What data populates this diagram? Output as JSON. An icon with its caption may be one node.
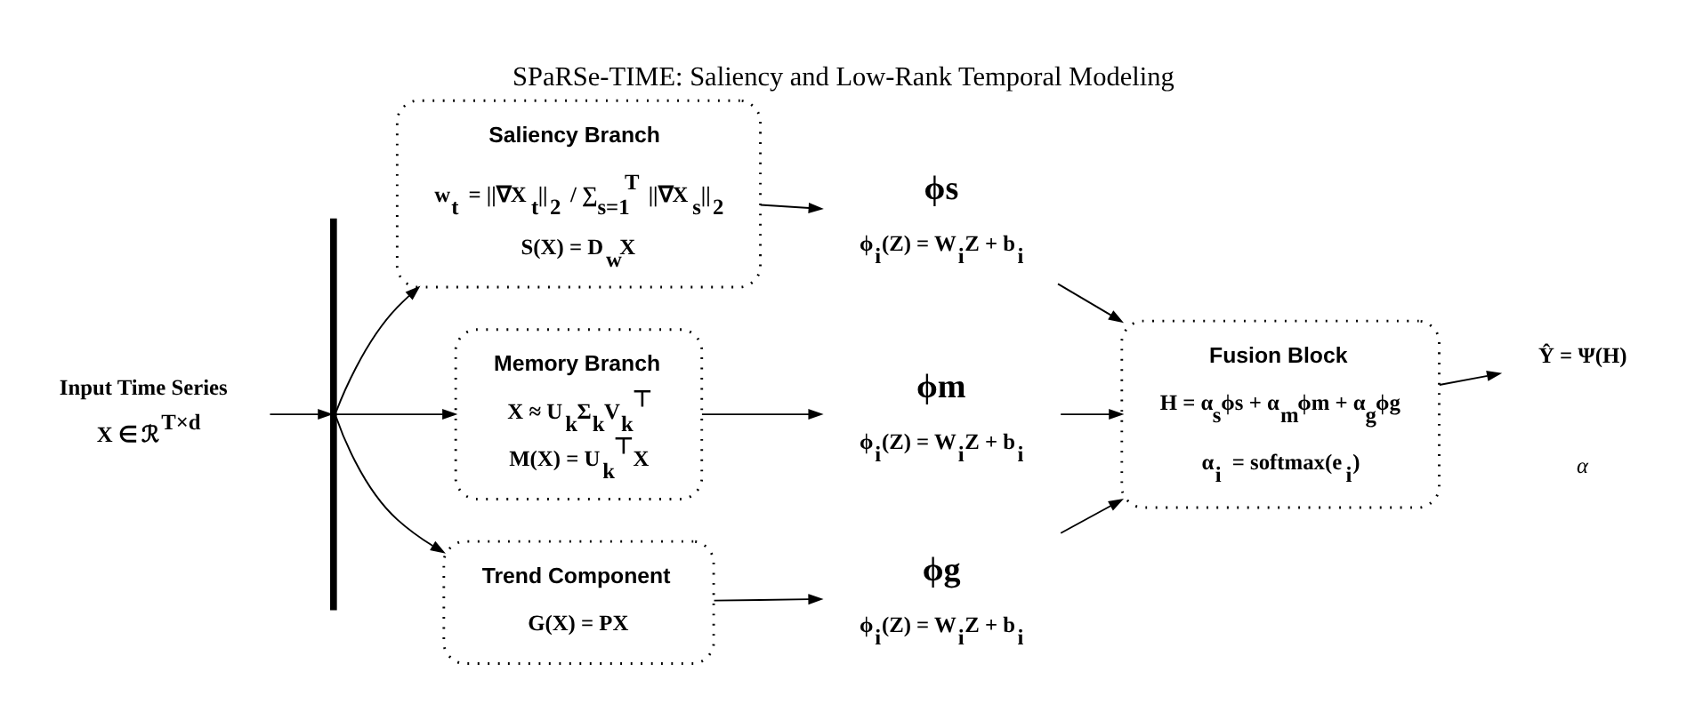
{
  "diagram": {
    "title": "SPaRSe-TIME: Saliency and Low-Rank Temporal Modeling",
    "nodes": [
      {
        "text": [
          "Input Time Series",
          "X ∈ ℛ$^{T×d}$"
        ]
      },
      {
        "text": [],
        "shape": "bar"
      },
      {
        "text": [
          "Saliency Branch",
          "w$_{t}$ = ||∇X$_{t}$||$_{2}$ / ∑$_{s=1}$$^{T}$ ||∇X$_{s}$||$_{2}$",
          "S(X) = D$_{w}$X"
        ]
      },
      {
        "text": [
          "Memory Branch",
          "X ≈ U$_{k}$Σ$_{k}$V$_{k}$$^{⊤}$",
          "M(X) = U$_{k}$$^{⊤}$X"
        ]
      },
      {
        "text": [
          "Trend Component",
          "G(X) = PX"
        ]
      },
      {
        "text": [
          "ϕs",
          "ϕ$_{i}$(Z) = W$_{i}$Z + b$_{i}$"
        ]
      },
      {
        "text": [
          "ϕm",
          "ϕ$_{i}$(Z) = W$_{i}$Z + b$_{i}$"
        ]
      },
      {
        "text": [
          "ϕg",
          "ϕ$_{i}$(Z) = W$_{i}$Z + b$_{i}$"
        ]
      },
      {
        "text": [
          "Fusion Block",
          "H = α$_{s}$ϕs + α$_{m}$ϕm + α$_{g}$ϕg",
          "α$_{i}$ = softmax(e$_{i}$)"
        ]
      },
      {
        "text": [
          "Ŷ = Ψ(H)"
        ]
      }
    ],
    "edges": [
      {
        "from": 0,
        "to": 1,
        "arrow": "to"
      },
      {
        "from": 1,
        "to": 2,
        "arrow": "to"
      },
      {
        "from": 1,
        "to": 3,
        "arrow": "to"
      },
      {
        "from": 1,
        "to": 4,
        "arrow": "to"
      },
      {
        "from": 2,
        "to": 5,
        "arrow": "to"
      },
      {
        "from": 3,
        "to": 6,
        "arrow": "to"
      },
      {
        "from": 4,
        "to": 7,
        "arrow": "to"
      },
      {
        "from": 5,
        "to": 8,
        "arrow": "to"
      },
      {
        "from": 6,
        "to": 8,
        "arrow": "to"
      },
      {
        "from": 7,
        "to": 8,
        "arrow": "to"
      },
      {
        "from": 8,
        "to": 9,
        "arrow": "to"
      }
    ],
    "labels": [
      "α"
    ]
  }
}
